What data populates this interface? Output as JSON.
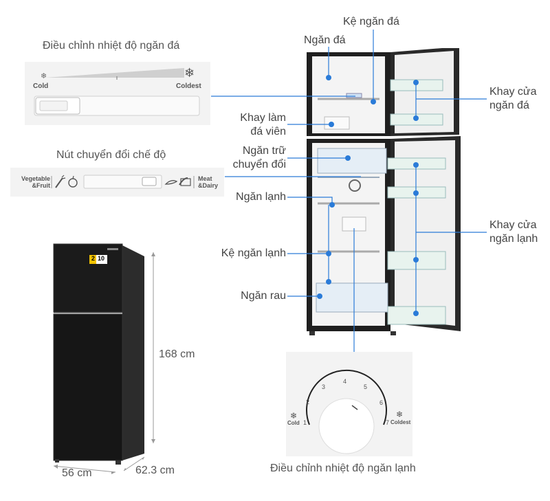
{
  "freezer_control": {
    "title": "Điều chỉnh nhiệt độ ngăn đá",
    "cold": "Cold",
    "coldest": "Coldest"
  },
  "mode_switch": {
    "title": "Nút chuyển đổi chế độ",
    "left_line1": "Vegetable",
    "left_line2": "&Fruit",
    "right_line1": "Meat",
    "right_line2": "&Dairy"
  },
  "fridge_control": {
    "title": "Điều chỉnh nhiệt độ ngăn lạnh",
    "cold": "Cold",
    "coldest": "Coldest",
    "scale": [
      "1",
      "2",
      "3",
      "4",
      "5",
      "6",
      "7"
    ]
  },
  "labels": {
    "freezer_shelf": "Kệ ngăn đá",
    "freezer": "Ngăn đá",
    "ice_tray_l1": "Khay làm",
    "ice_tray_l2": "đá viên",
    "convertible_l1": "Ngăn trữ",
    "convertible_l2": "chuyển đổi",
    "fridge": "Ngăn lạnh",
    "fridge_shelf": "Kệ ngăn lạnh",
    "veg": "Ngăn rau",
    "freezer_door_l1": "Khay cửa",
    "freezer_door_l2": "ngăn đá",
    "fridge_door_l1": "Khay cửa",
    "fridge_door_l2": "ngăn lạnh"
  },
  "dimensions": {
    "height": "168 cm",
    "width": "56 cm",
    "depth": "62.3 cm"
  },
  "energy_badge": {
    "num1": "2",
    "num2": "10"
  },
  "colors": {
    "accent": "#2a7bd8",
    "fridge_body": "#1c1c1c",
    "line": "#2a7bd8"
  }
}
